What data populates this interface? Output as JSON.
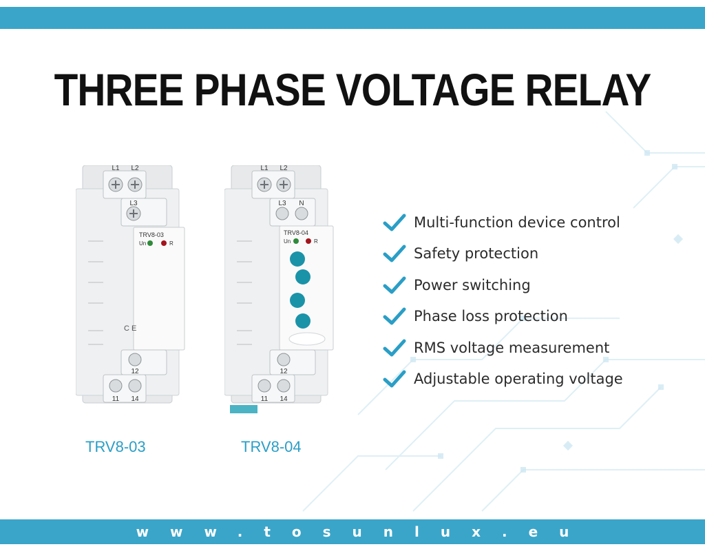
{
  "header": {
    "title": "THREE PHASE VOLTAGE RELAY"
  },
  "products": [
    {
      "model": "TRV8-03",
      "front_label": "TRV8-03",
      "terminals_top": [
        "L1",
        "L2"
      ],
      "terminal_mid": "L3",
      "terminals_bottom_upper": [
        "12"
      ],
      "terminals_bottom": [
        "11",
        "14"
      ],
      "indicators": [
        "Un",
        "R"
      ],
      "mark": "C E"
    },
    {
      "model": "TRV8-04",
      "front_label": "TRV8-04",
      "terminals_top": [
        "L1",
        "L2"
      ],
      "terminal_mid": [
        "L3",
        "N"
      ],
      "terminals_bottom_upper": [
        "12"
      ],
      "terminals_bottom": [
        "11",
        "14"
      ],
      "indicators": [
        "Un",
        "R"
      ],
      "knob_count": 4
    }
  ],
  "features": [
    "Multi-function device control",
    "Safety protection",
    "Power switching",
    "Phase loss protection",
    "RMS voltage measurement",
    "Adjustable operating voltage"
  ],
  "footer": {
    "url": "www.tosunlux.eu"
  },
  "colors": {
    "brand_blue": "#3aa5c9",
    "check_blue": "#2a9ec6",
    "model_label": "#2a9ec6",
    "knob_teal": "#1a93a8",
    "indicator_green": "#2f8a3a",
    "indicator_red": "#a3141c"
  },
  "icons": {
    "feature_bullet": "check-icon"
  }
}
